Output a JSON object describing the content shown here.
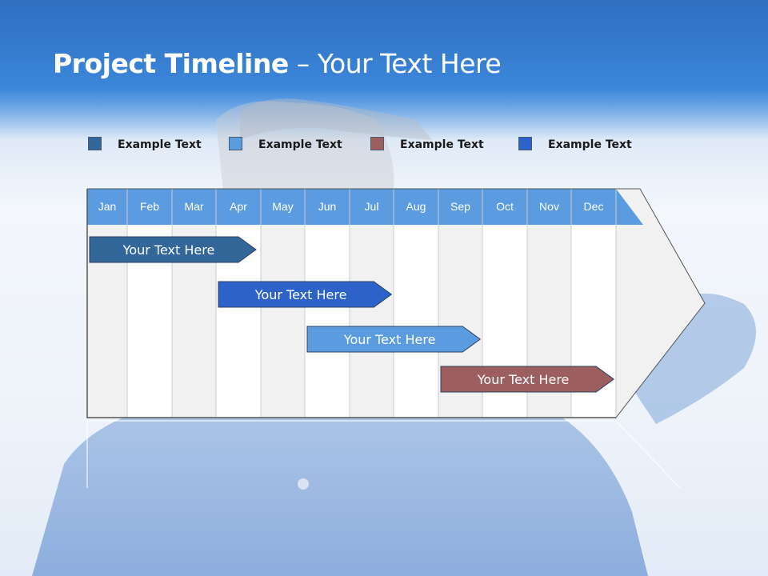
{
  "title": {
    "bold": "Project Timeline",
    "rest": " – Your Text Here"
  },
  "legend": [
    {
      "label": "Example Text",
      "color": "#336699"
    },
    {
      "label": "Example Text",
      "color": "#5b9be0"
    },
    {
      "label": "Example Text",
      "color": "#9c5e5e"
    },
    {
      "label": "Example Text",
      "color": "#2d63c8"
    }
  ],
  "months": [
    "Jan",
    "Feb",
    "Mar",
    "Apr",
    "May",
    "Jun",
    "Jul",
    "Aug",
    "Sep",
    "Oct",
    "Nov",
    "Dec"
  ],
  "tasks": [
    {
      "label": "Your  Text Here",
      "start": "Jan",
      "end": "Apr",
      "color": "#336699"
    },
    {
      "label": "Your  Text Here",
      "start": "Apr",
      "end": "Jul",
      "color": "#2d63c8"
    },
    {
      "label": "Your  Text Here",
      "start": "Jun",
      "end": "Sep",
      "color": "#5b9be0"
    },
    {
      "label": "Your  Text Here",
      "start": "Sep",
      "end": "Dec",
      "color": "#9c5e5e"
    }
  ],
  "colors": {
    "header": "#5b9be0",
    "column_shade": "#f1f1f1",
    "column_plain": "#ffffff",
    "grid_line": "#c8ccd2"
  }
}
